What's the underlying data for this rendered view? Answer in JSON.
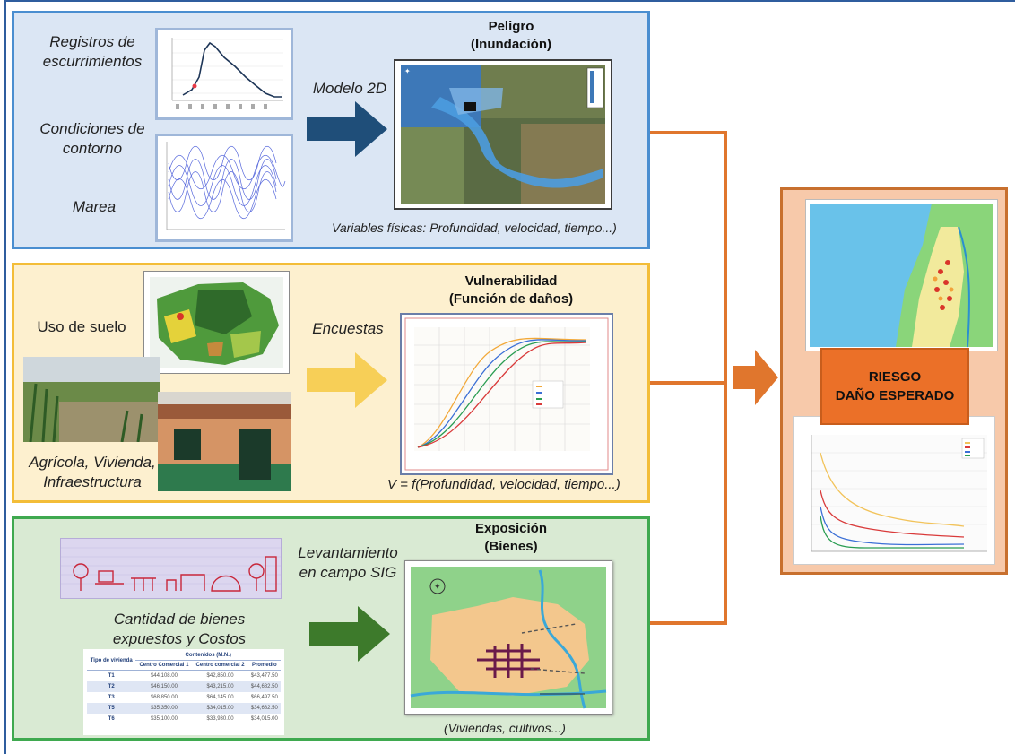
{
  "hazard": {
    "title": "Peligro",
    "subtitle": "(Inundación)",
    "input_runoff": "Registros de escurrimientos",
    "input_boundary": "Condiciones de contorno",
    "input_tide": "Marea",
    "method": "Modelo 2D",
    "caption": "Variables físicas: Profundidad, velocidad, tiempo...)"
  },
  "vulnerability": {
    "title": "Vulnerabilidad",
    "subtitle": "(Función de daños)",
    "land_use": "Uso de suelo",
    "method": "Encuestas",
    "categories": "Agrícola, Vivienda, Infraestructura",
    "formula": "V = f(Profundidad, velocidad, tiempo...)"
  },
  "exposure": {
    "title": "Exposición",
    "subtitle": "(Bienes)",
    "method": "Levantamiento en campo SIG",
    "goods": "Cantidad de bienes expuestos y Costos",
    "caption": "(Viviendas, cultivos...)",
    "table": {
      "col_tipo": "Tipo de vivienda",
      "col_group": "Contenidos (M.N.)",
      "col_a": "Centro Comercial 1",
      "col_b": "Centro comercial 2",
      "col_c": "Promedio",
      "rows": [
        {
          "tipo": "T1",
          "a": "$44,108.00",
          "b": "$42,850.00",
          "c": "$43,477.50"
        },
        {
          "tipo": "T2",
          "a": "$46,150.00",
          "b": "$43,215.00",
          "c": "$44,682.50"
        },
        {
          "tipo": "T3",
          "a": "$68,850.00",
          "b": "$64,145.00",
          "c": "$66,497.50"
        },
        {
          "tipo": "T5",
          "a": "$35,350.00",
          "b": "$34,015.00",
          "c": "$34,682.50"
        },
        {
          "tipo": "T6",
          "a": "$35,100.00",
          "b": "$33,930.00",
          "c": "$34,015.00"
        }
      ]
    }
  },
  "risk": {
    "line1": "RIESGO",
    "line2": "DAÑO ESPERADO"
  },
  "colors": {
    "hazard_border": "#4a8ed0",
    "vulnerability_border": "#f3bd38",
    "exposure_border": "#3fa94f",
    "risk_fill": "#eb7028",
    "connector": "#e0762d"
  }
}
